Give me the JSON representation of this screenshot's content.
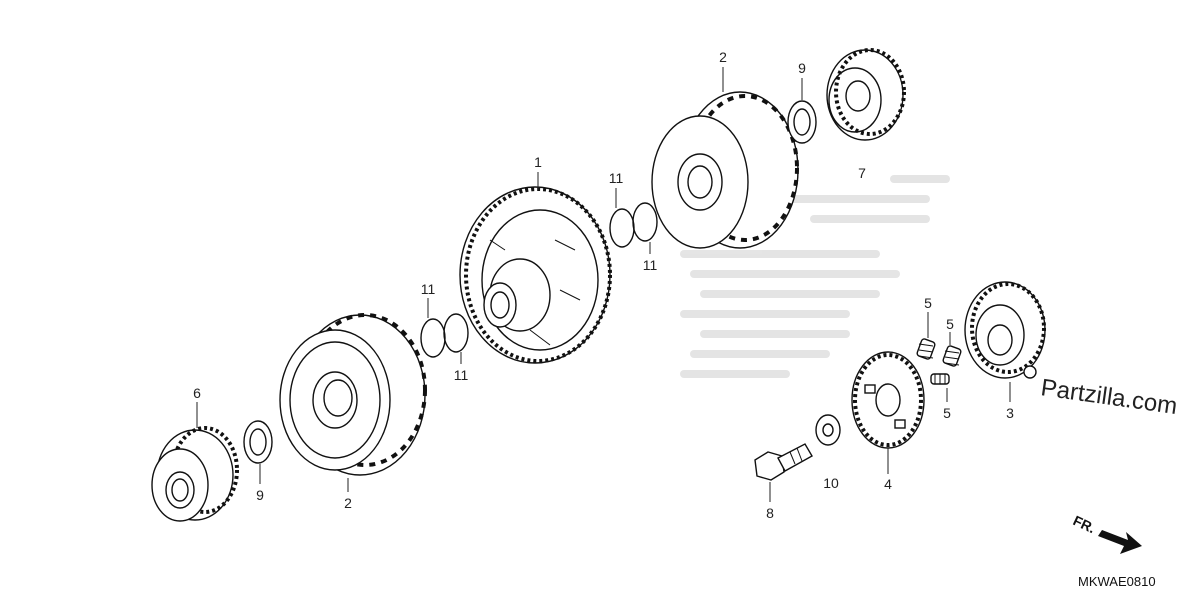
{
  "diagram": {
    "callouts": {
      "part_1": "1",
      "part_2_top": "2",
      "part_2_bottom": "2",
      "part_3": "3",
      "part_4": "4",
      "part_5_a": "5",
      "part_5_b": "5",
      "part_5_c": "5",
      "part_6": "6",
      "part_7": "7",
      "part_8": "8",
      "part_9_top": "9",
      "part_9_bottom": "9",
      "part_10": "10",
      "part_11_a": "11",
      "part_11_b": "11",
      "part_11_c": "11",
      "part_11_d": "11"
    },
    "watermark": "Partzilla.com",
    "front_label": "FR.",
    "diagram_code": "MKWAE0810"
  }
}
